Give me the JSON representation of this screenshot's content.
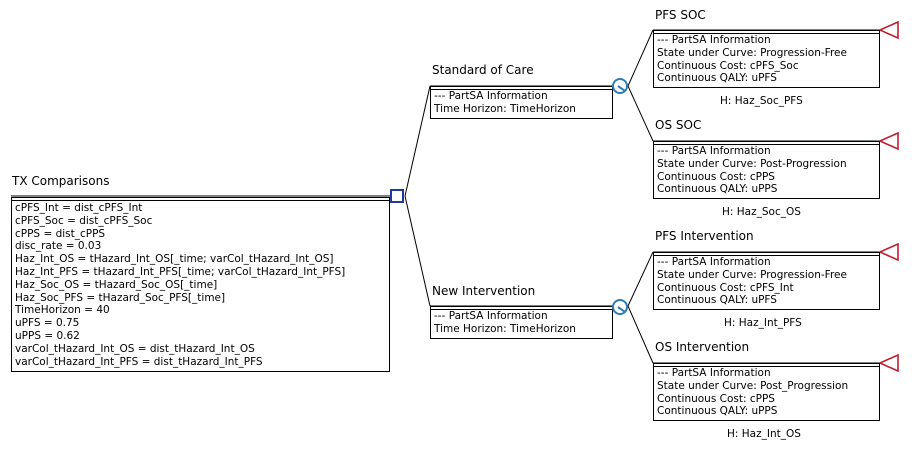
{
  "root": {
    "label": "TX Comparisons",
    "definitions": [
      "cPFS_Int = dist_cPFS_Int",
      "cPFS_Soc = dist_cPFS_Soc",
      "cPPS = dist_cPPS",
      "disc_rate = 0.03",
      "Haz_Int_OS = tHazard_Int_OS[_time; varCol_tHazard_Int_OS]",
      "Haz_Int_PFS = tHazard_Int_PFS[_time; varCol_tHazard_Int_PFS]",
      "Haz_Soc_OS = tHazard_Soc_OS[_time]",
      "Haz_Soc_PFS = tHazard_Soc_PFS[_time]",
      "TimeHorizon = 40",
      "uPFS = 0.75",
      "uPPS = 0.62",
      "varCol_tHazard_Int_OS = dist_tHazard_Int_OS",
      "varCol_tHazard_Int_PFS = dist_tHazard_Int_PFS"
    ]
  },
  "strategies": [
    {
      "label": "Standard of Care",
      "info": [
        "--- PartSA Information",
        "Time Horizon: TimeHorizon"
      ],
      "states": [
        {
          "label": "PFS SOC",
          "info": [
            "--- PartSA Information",
            "State under Curve: Progression-Free",
            "Continuous Cost: cPFS_Soc",
            "Continuous QALY: uPFS"
          ],
          "hazard": "H: Haz_Soc_PFS"
        },
        {
          "label": "OS SOC",
          "info": [
            "--- PartSA Information",
            "State under Curve: Post-Progression",
            "Continuous Cost: cPPS",
            "Continuous QALY: uPPS"
          ],
          "hazard": "H: Haz_Soc_OS"
        }
      ]
    },
    {
      "label": "New Intervention",
      "info": [
        "--- PartSA Information",
        "Time Horizon: TimeHorizon"
      ],
      "states": [
        {
          "label": "PFS Intervention",
          "info": [
            "--- PartSA Information",
            "State under Curve: Progression-Free",
            "Continuous Cost: cPFS_Int",
            "Continuous QALY: uPFS"
          ],
          "hazard": "H: Haz_Int_PFS"
        },
        {
          "label": "OS Intervention",
          "info": [
            "--- PartSA Information",
            "State under Curve: Post_Progression",
            "Continuous Cost: cPPS",
            "Continuous QALY: uPPS"
          ],
          "hazard": "H: Haz_Int_OS"
        }
      ]
    }
  ],
  "colors": {
    "decision_node": "#1f3a9e",
    "partsa_node": "#2a7db8",
    "terminal_node": "#c0202e",
    "lines": "#000000"
  },
  "icons": {
    "decision_node": "square",
    "partsa_node": "circle-with-line",
    "terminal_node": "triangle-left"
  }
}
